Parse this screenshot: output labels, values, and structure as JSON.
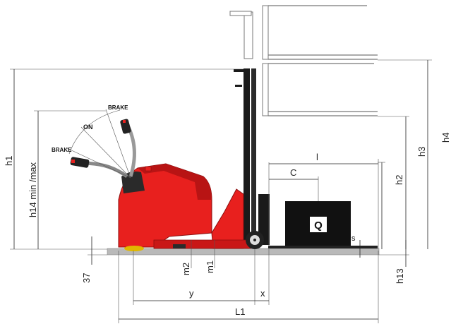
{
  "labels": {
    "h1": "h1",
    "h14": "h14 min /max",
    "h4": "h4",
    "h3": "h3",
    "h2": "h2",
    "h13": "h13",
    "s": "s",
    "l": "l",
    "c": "C",
    "q": "Q",
    "m2": "m2",
    "m1": "m1",
    "d37": "37",
    "y": "y",
    "x": "x",
    "l1": "L1",
    "brake_top": "BRAKE",
    "brake_bottom": "BRAKE",
    "on": "ON"
  },
  "colors": {
    "body_red": "#e8201e",
    "body_dark_red": "#b81414",
    "mast": "#1a1a1a",
    "floor": "#b9b9b9",
    "load": "#111111",
    "wheel_yellow": "#e0b800"
  }
}
